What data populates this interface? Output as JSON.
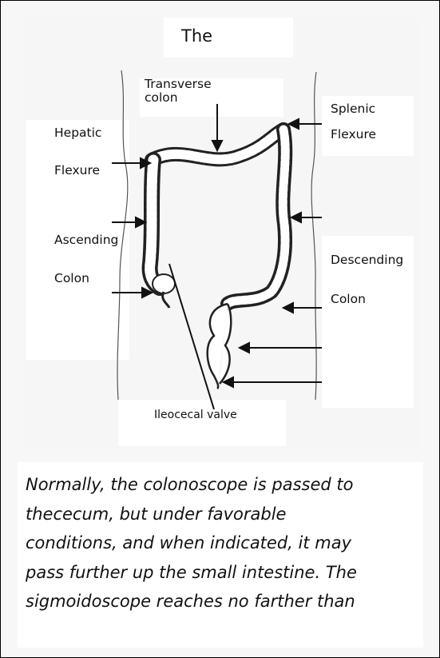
{
  "title": "The",
  "labels": {
    "transverse": "Transverse\ncolon",
    "transverse_1": "Transverse",
    "transverse_2": "colon",
    "splenic_1": "Splenic",
    "splenic_2": "Flexure",
    "hepatic": "Hepatic",
    "flexure": "Flexure",
    "ascending": "Ascending",
    "colon_left": "Colon",
    "descending": "Descending",
    "colon_right": "Colon",
    "ileocecal": "Ileocecal valve"
  },
  "body_text": [
    "Normally, the colonoscope is passed to",
    "thececum, but under favorable",
    "conditions, and when indicated, it may",
    "pass further up the small intestine. The",
    "sigmoidoscope reaches no farther than"
  ]
}
